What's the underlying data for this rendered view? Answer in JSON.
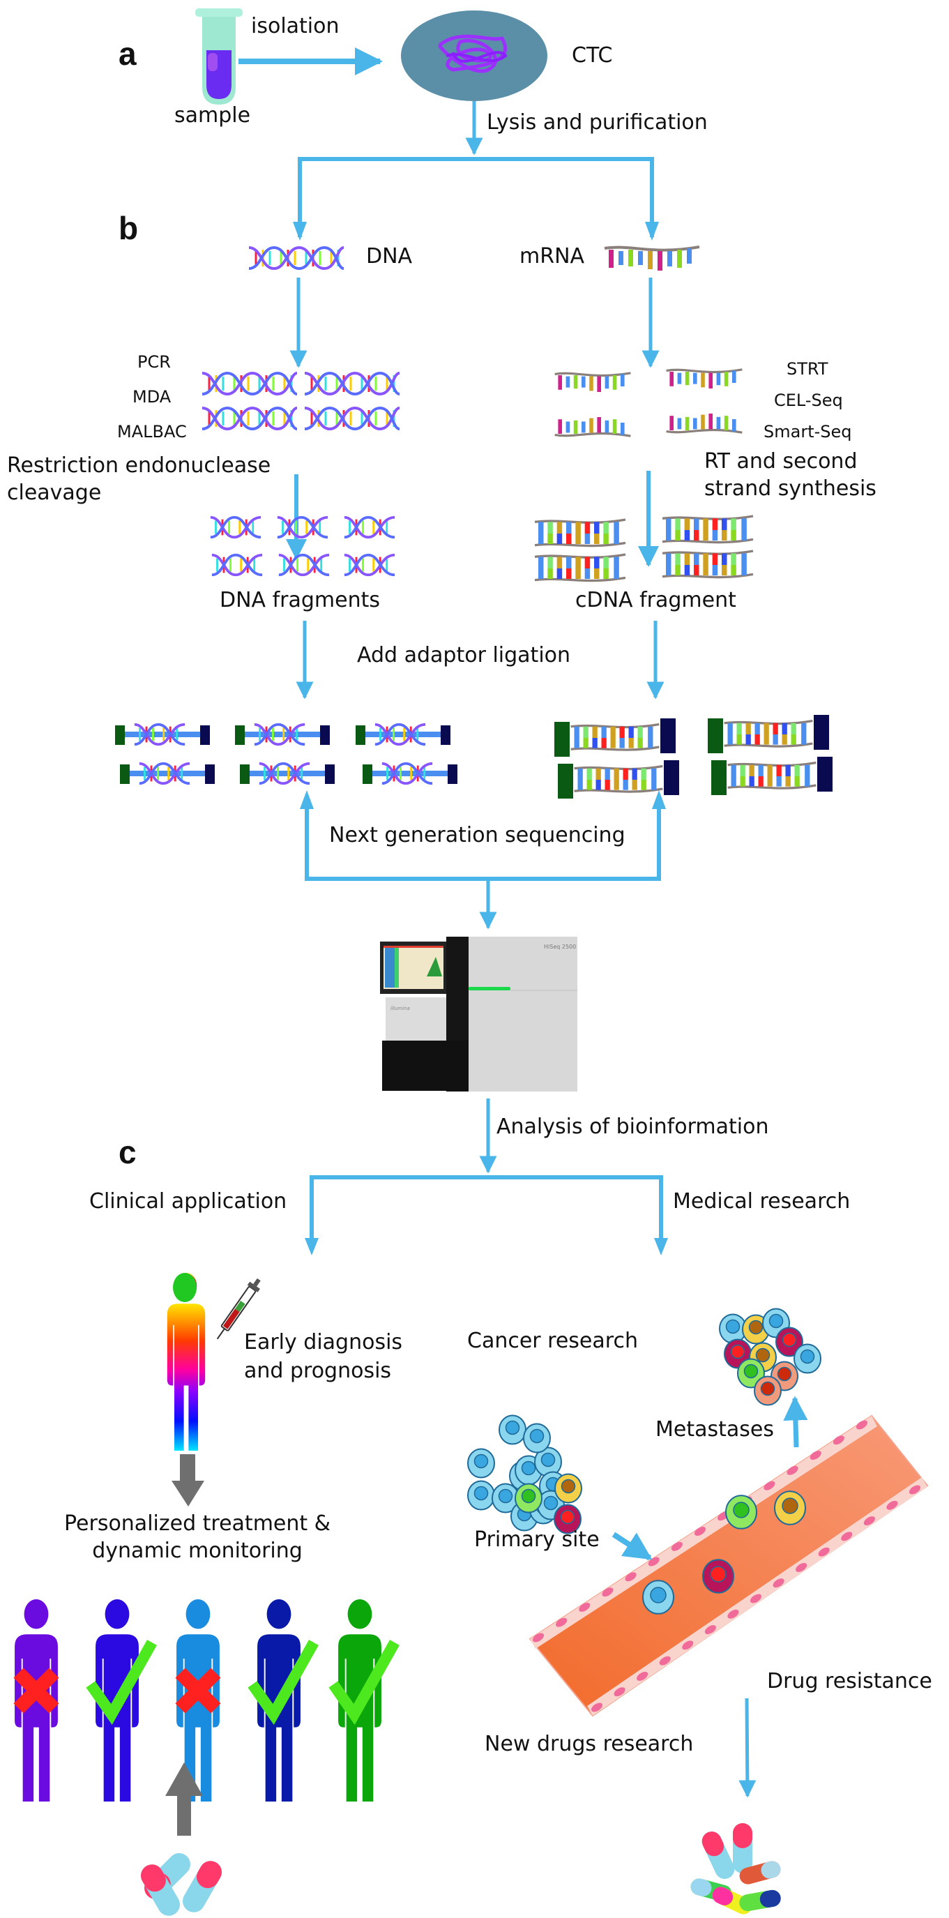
{
  "figure": {
    "panels": {
      "a": "a",
      "b": "b",
      "c": "c"
    },
    "colors": {
      "arrow": "#4ab5e8",
      "gray_arrow": "#6f6f6f",
      "cell_body": "#5b8fa8",
      "chromatin": "#9b30ff",
      "vessel": "#f47a4e",
      "vessel_wall": "#f9d4cc",
      "cross": "#ff2020",
      "check": "#4ee81e"
    },
    "panel_a": {
      "sample_label": "sample",
      "isolation_label": "isolation",
      "ctc_label": "CTC",
      "lysis_label": "Lysis and purification"
    },
    "panel_b": {
      "dna_label": "DNA",
      "mrna_label": "mRNA",
      "dna_methods": [
        "PCR",
        "MDA",
        "MALBAC"
      ],
      "rna_methods": [
        "STRT",
        "CEL-Seq",
        "Smart-Seq"
      ],
      "restriction_label": "Restriction endonuclease\ncleavage",
      "rt_label": "RT and second\nstrand synthesis",
      "dna_fragments_label": "DNA fragments",
      "cdna_fragment_label": "cDNA fragment",
      "adaptor_label": "Add adaptor ligation",
      "ngs_label": "Next generation sequencing",
      "sequencer_model": "HiSeq 2500",
      "sequencer_brand": "illumina"
    },
    "panel_c": {
      "analysis_label": "Analysis of bioinformation",
      "clinical_label": "Clinical application",
      "medical_label": "Medical research",
      "early_label": "Early diagnosis\nand prognosis",
      "personalized_label": "Personalized treatment &\ndynamic monitoring",
      "patients": [
        {
          "color": "#6a0be0",
          "outcome": "cross"
        },
        {
          "color": "#2a0ae0",
          "outcome": "check"
        },
        {
          "color": "#1a8ce0",
          "outcome": "cross"
        },
        {
          "color": "#0a1aa8",
          "outcome": "check"
        },
        {
          "color": "#0aa60a",
          "outcome": "check"
        }
      ],
      "cancer_research_label": "Cancer research",
      "metastases_label": "Metastases",
      "primary_site_label": "Primary site",
      "drug_resistance_label": "Drug resistance",
      "new_drugs_label": "New drugs research"
    }
  }
}
